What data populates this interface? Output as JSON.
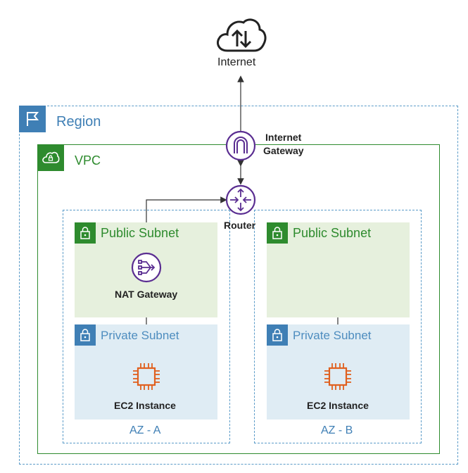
{
  "internet": {
    "label": "Internet"
  },
  "region": {
    "label": "Region"
  },
  "vpc": {
    "label": "VPC"
  },
  "internet_gateway": {
    "label_line1": "Internet",
    "label_line2": "Gateway"
  },
  "router": {
    "label": "Router"
  },
  "az_a": {
    "label": "AZ - A",
    "public_subnet": "Public Subnet",
    "private_subnet": "Private Subnet",
    "nat_gateway": "NAT Gateway",
    "instance": "EC2 Instance"
  },
  "az_b": {
    "label": "AZ - B",
    "public_subnet": "Public Subnet",
    "private_subnet": "Private Subnet",
    "instance": "EC2 Instance"
  },
  "colors": {
    "region": "#3f7fb5",
    "vpc": "#2e8b2e",
    "gateway": "#5a2d91",
    "ec2": "#e0601f"
  }
}
